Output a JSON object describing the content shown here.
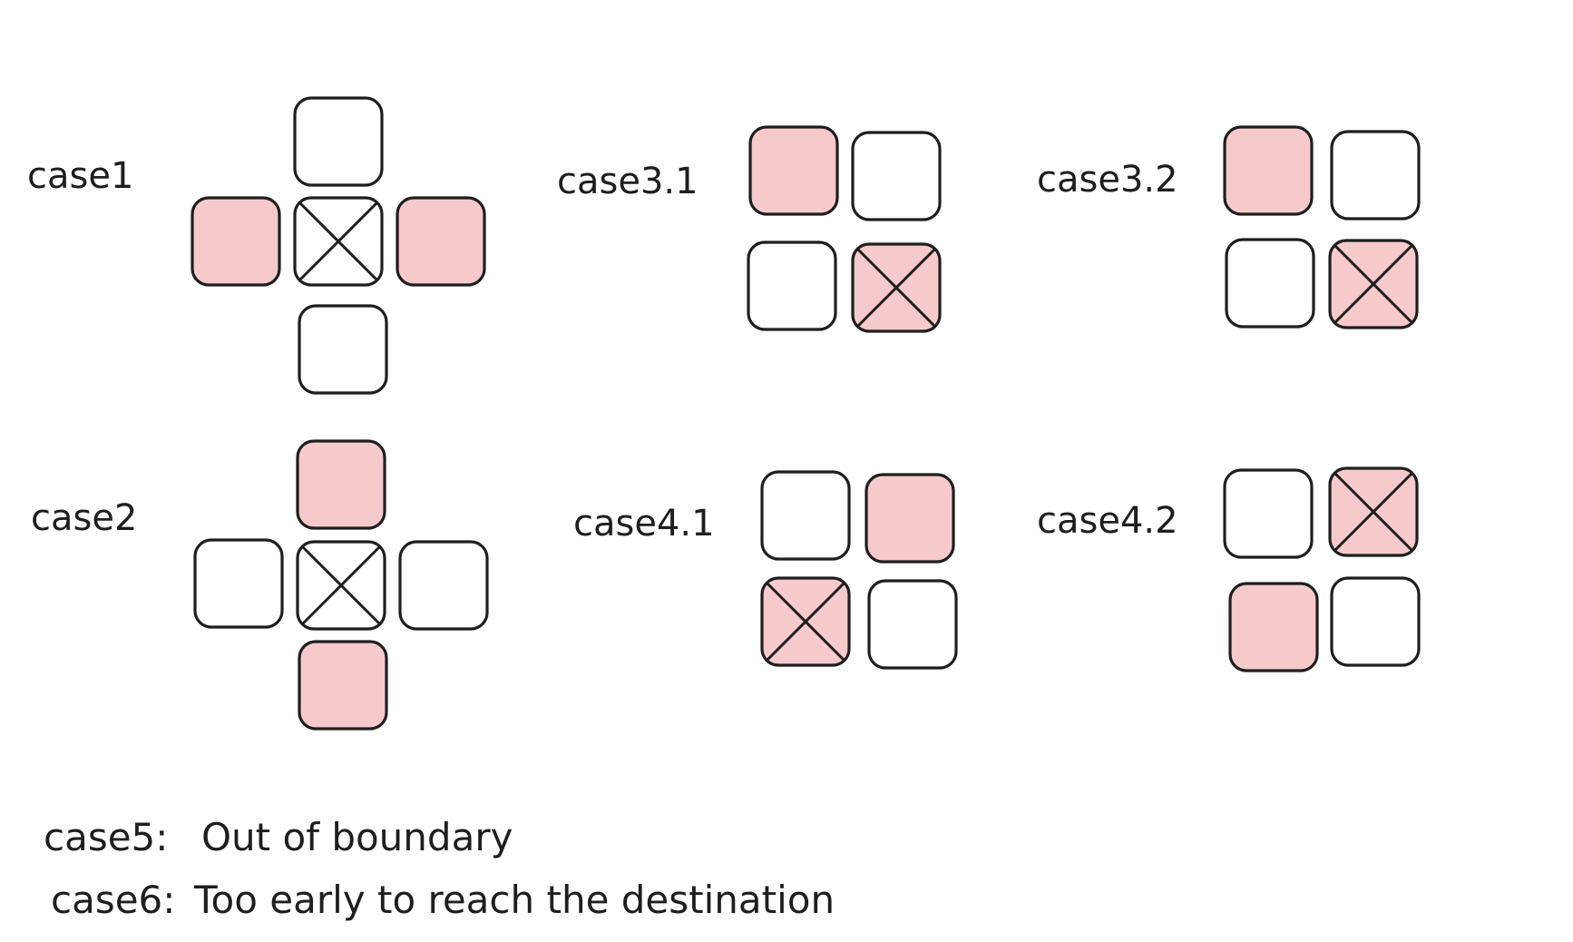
{
  "colors": {
    "ink": "#1e1e1e",
    "highlight": "#f6c9cb",
    "empty": "#ffffff"
  },
  "cases": [
    {
      "label": "case1",
      "cells": [
        {
          "role": "up",
          "state": "empty",
          "crossed": false
        },
        {
          "role": "left",
          "state": "highlight",
          "crossed": false
        },
        {
          "role": "center",
          "state": "empty",
          "crossed": true
        },
        {
          "role": "right",
          "state": "highlight",
          "crossed": false
        },
        {
          "role": "down",
          "state": "empty",
          "crossed": false
        }
      ]
    },
    {
      "label": "case2",
      "cells": [
        {
          "role": "up",
          "state": "highlight",
          "crossed": false
        },
        {
          "role": "left",
          "state": "empty",
          "crossed": false
        },
        {
          "role": "center",
          "state": "empty",
          "crossed": true
        },
        {
          "role": "right",
          "state": "empty",
          "crossed": false
        },
        {
          "role": "down",
          "state": "highlight",
          "crossed": false
        }
      ]
    },
    {
      "label": "case3.1",
      "cells": [
        {
          "role": "top-left",
          "state": "highlight",
          "crossed": false
        },
        {
          "role": "top-right",
          "state": "empty",
          "crossed": false
        },
        {
          "role": "bottom-left",
          "state": "empty",
          "crossed": false
        },
        {
          "role": "bottom-right",
          "state": "highlight",
          "crossed": true
        }
      ]
    },
    {
      "label": "case3.2",
      "cells": [
        {
          "role": "top-left",
          "state": "highlight",
          "crossed": false
        },
        {
          "role": "top-right",
          "state": "empty",
          "crossed": false
        },
        {
          "role": "bottom-left",
          "state": "empty",
          "crossed": false
        },
        {
          "role": "bottom-right",
          "state": "highlight",
          "crossed": true
        }
      ]
    },
    {
      "label": "case4.1",
      "cells": [
        {
          "role": "top-left",
          "state": "empty",
          "crossed": false
        },
        {
          "role": "top-right",
          "state": "highlight",
          "crossed": false
        },
        {
          "role": "bottom-left",
          "state": "highlight",
          "crossed": true
        },
        {
          "role": "bottom-right",
          "state": "empty",
          "crossed": false
        }
      ]
    },
    {
      "label": "case4.2",
      "cells": [
        {
          "role": "top-left",
          "state": "empty",
          "crossed": false
        },
        {
          "role": "top-right",
          "state": "highlight",
          "crossed": true
        },
        {
          "role": "bottom-left",
          "state": "highlight",
          "crossed": false
        },
        {
          "role": "bottom-right",
          "state": "empty",
          "crossed": false
        }
      ]
    }
  ],
  "notes": [
    {
      "label": "case5:",
      "text": "Out of boundary"
    },
    {
      "label": "case6:",
      "text": "Too early to reach the destination"
    }
  ]
}
